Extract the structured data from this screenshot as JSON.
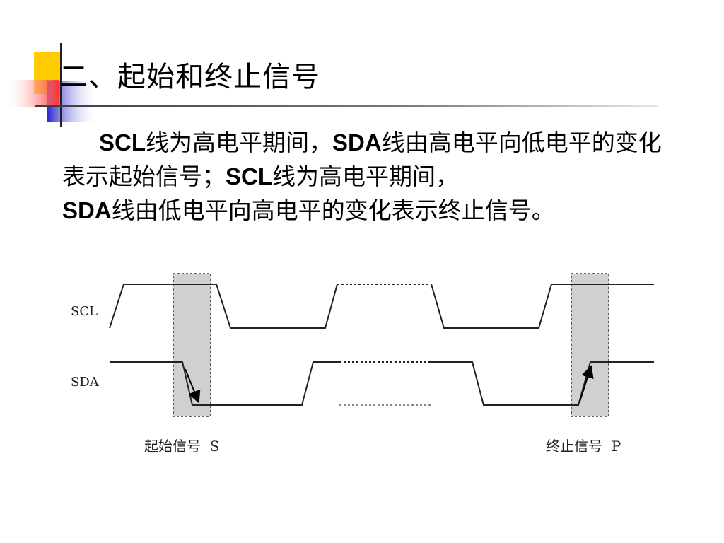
{
  "title": "二、起始和终止信号",
  "body": {
    "seg1_bold": "SCL",
    "seg1_text": "线为高电平期间，",
    "seg2_bold": "SDA",
    "seg2_text": "线由高电平向低电平的变化表示起始信号；",
    "seg3_bold": "SCL",
    "seg3_text": "线为高电平期间，",
    "seg4_bold": "SDA",
    "seg4_text": "线由低电平向高电平的变化表示终止信号。"
  },
  "diagram": {
    "scl_label": "SCL",
    "sda_label": "SDA",
    "start_caption": "起始信号  S",
    "stop_caption": "终止信号  P"
  },
  "colors": {
    "deco_yellow": "#ffcc00",
    "deco_blue": "#2b2bcc",
    "deco_red": "#ff3b3b",
    "highlight_box": "#d0d0d0"
  }
}
